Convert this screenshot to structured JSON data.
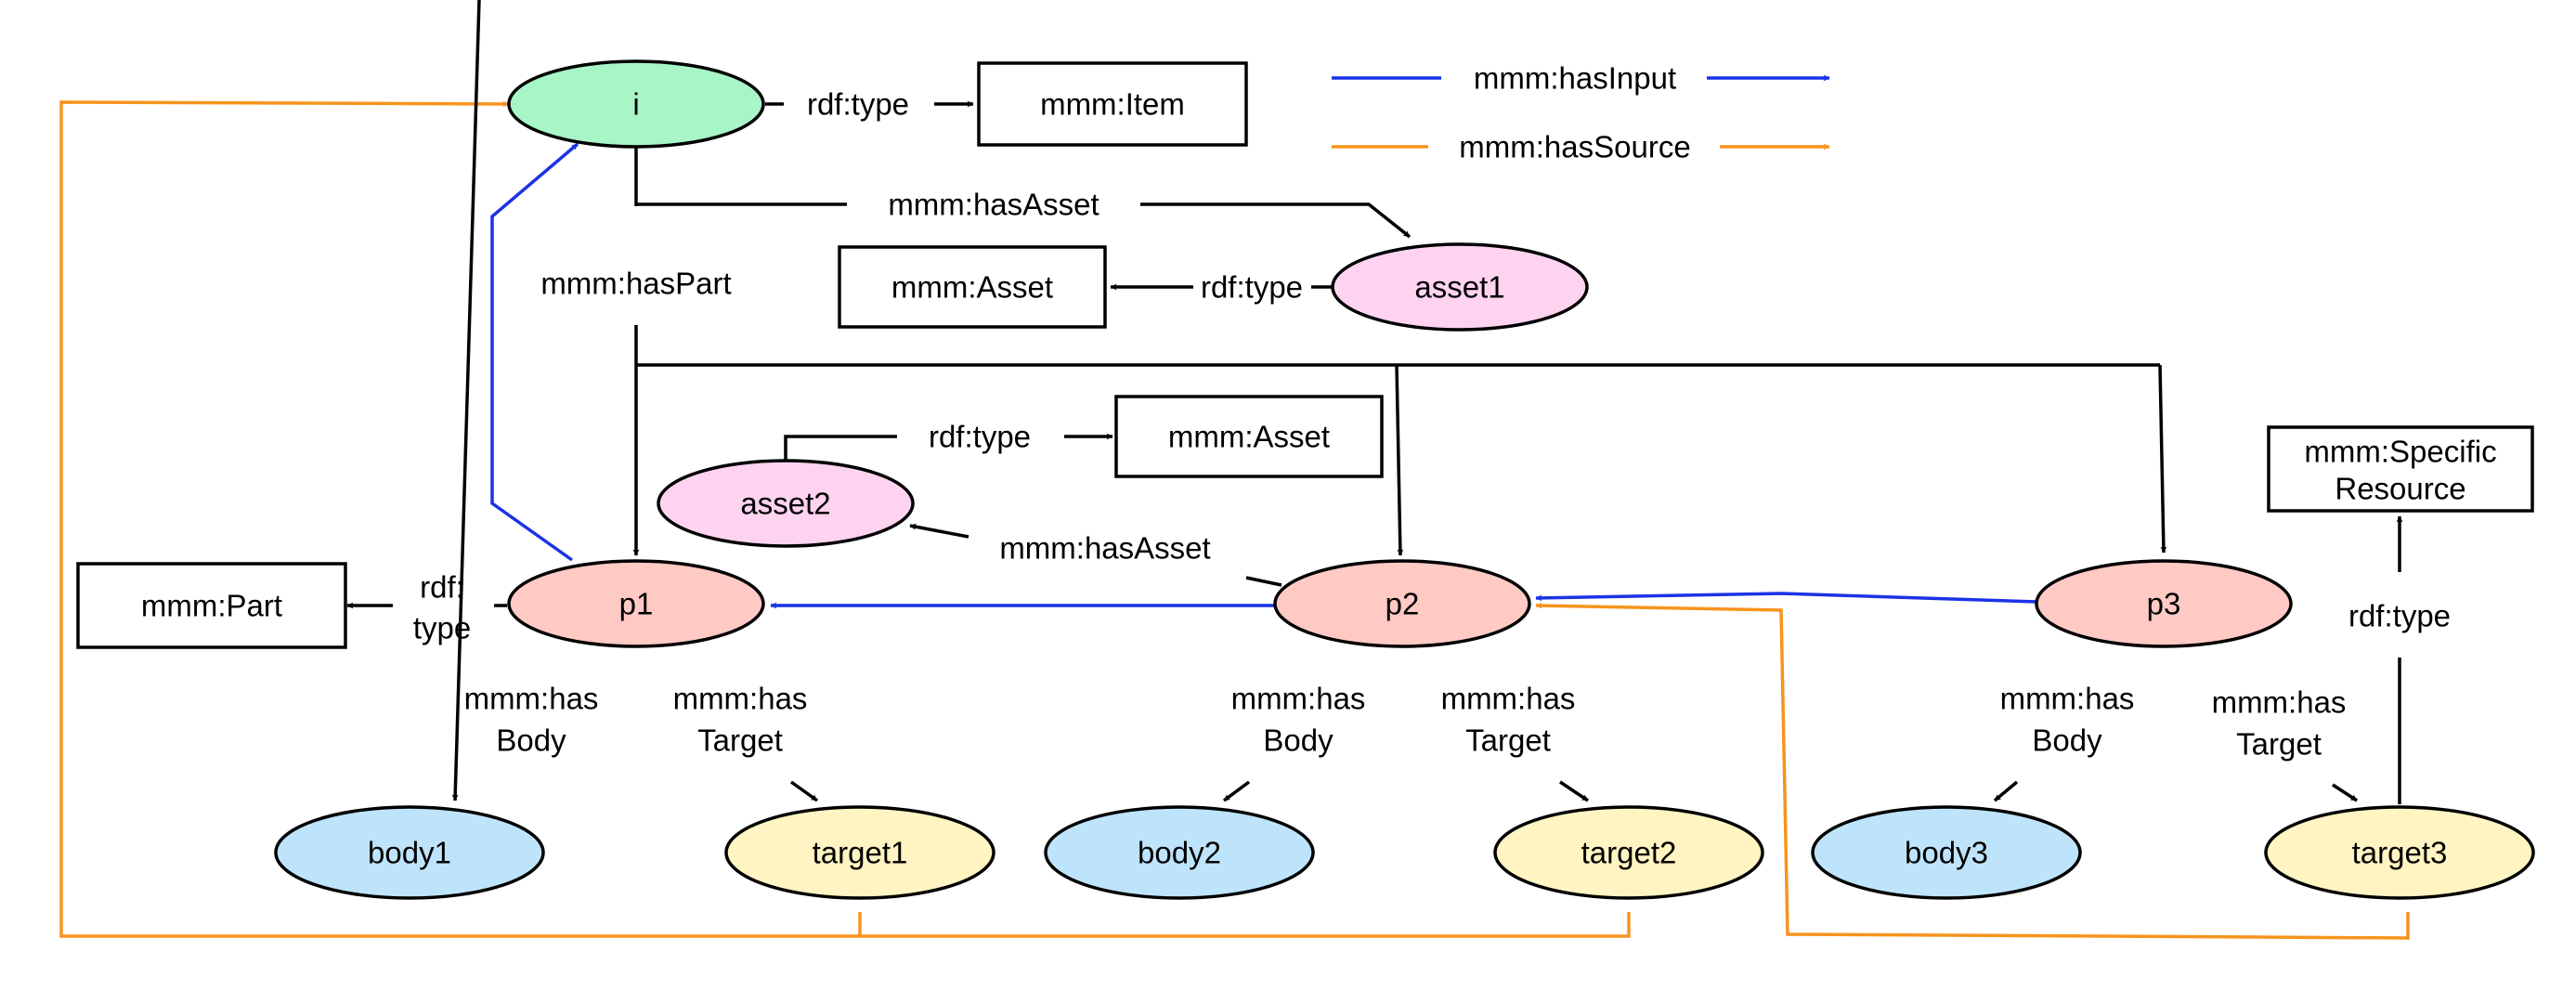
{
  "colors": {
    "item_fill": "#A8F5C8",
    "asset_fill": "#FDD3F0",
    "part_fill": "#FFC9C4",
    "body_fill": "#BEE4FB",
    "target_fill": "#FFF4C2",
    "has_input": "#1A33E6",
    "has_source": "#F7941D",
    "stroke": "#000000"
  },
  "legend": {
    "has_input": "mmm:hasInput",
    "has_source": "mmm:hasSource"
  },
  "nodes": {
    "i": "i",
    "asset1": "asset1",
    "asset2": "asset2",
    "p1": "p1",
    "p2": "p2",
    "p3": "p3",
    "body1": "body1",
    "body2": "body2",
    "body3": "body3",
    "target1": "target1",
    "target2": "target2",
    "target3": "target3"
  },
  "classes": {
    "item": "mmm:Item",
    "asset_a": "mmm:Asset",
    "asset_b": "mmm:Asset",
    "part": "mmm:Part",
    "specific_resource_line1": "mmm:Specific",
    "specific_resource_line2": "Resource"
  },
  "edge_labels": {
    "i_type": "rdf:type",
    "has_asset_i": "mmm:hasAsset",
    "asset1_type": "rdf:type",
    "has_part": "mmm:hasPart",
    "asset2_type": "rdf:type",
    "has_asset_p2": "mmm:hasAsset",
    "p1_type_line1": "rdf:",
    "p1_type_line2": "type",
    "p1_body_line1": "mmm:has",
    "p1_body_line2": "Body",
    "p1_target_line1": "mmm:has",
    "p1_target_line2": "Target",
    "p2_body_line1": "mmm:has",
    "p2_body_line2": "Body",
    "p2_target_line1": "mmm:has",
    "p2_target_line2": "Target",
    "p3_body_line1": "mmm:has",
    "p3_body_line2": "Body",
    "p3_target_line1": "mmm:has",
    "p3_target_line2": "Target",
    "target3_type": "rdf:type"
  }
}
